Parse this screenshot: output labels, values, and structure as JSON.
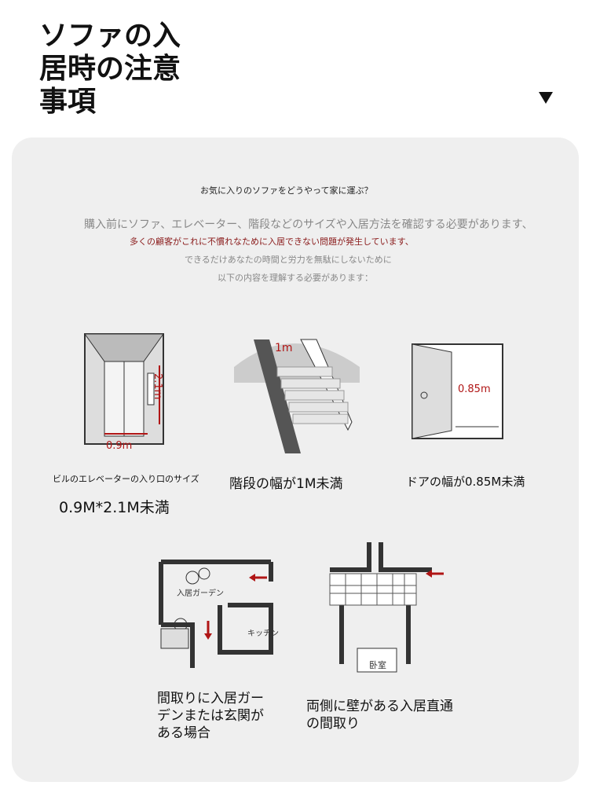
{
  "title": "ソファの入居時の注意事項",
  "intro": {
    "question": "お気に入りのソファをどうやって家に運ぶ？",
    "line1": "購入前にソファ、エレベーター、階段などのサイズや入居方法を確認する必要があります、",
    "line2": "多くの顧客がこれに不慣れなために入居できない問題が発生しています、",
    "line3": "できるだけあなたの時間と労力を無駄にしないために",
    "line4": "以下の内容を理解する必要があります："
  },
  "items": [
    {
      "label_width": "0.9m",
      "label_height": "2.1m",
      "caption": "ビルのエレベーターの入り口のサイズ",
      "caption2": "0.9M*2.1M未満"
    },
    {
      "label": "1m",
      "caption": "階段の幅が1M未満"
    },
    {
      "label": "0.85m",
      "caption": "ドアの幅が0.85M未満"
    },
    {
      "room1": "入居ガーデン",
      "room2": "キッチン",
      "caption": "間取りに入居ガーデンまたは玄関がある場合"
    },
    {
      "room": "卧室",
      "caption": "両側に壁がある入居直通の間取り"
    }
  ],
  "colors": {
    "accent": "#b01515",
    "panel": "#efefef"
  }
}
